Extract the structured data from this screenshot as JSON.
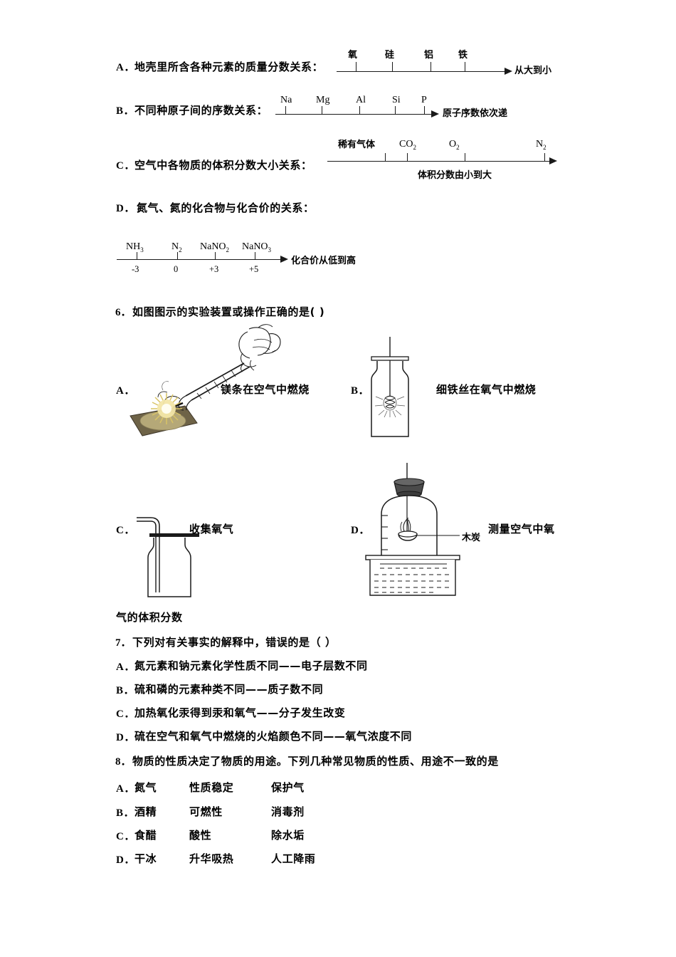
{
  "document": {
    "type": "chemistry-exam-paper",
    "language": "zh-CN"
  },
  "question5_options": {
    "A": {
      "letter": "A．",
      "text": "地壳里所含各种元素的质量分数关系：",
      "axis_labels": [
        "氧",
        "硅",
        "铝",
        "铁"
      ],
      "axis_caption": "从大到小"
    },
    "B": {
      "letter": "B．",
      "text": "不同种原子间的序数关系：",
      "axis_labels": [
        "Na",
        "Mg",
        "Al",
        "Si",
        "P"
      ],
      "axis_caption": "原子序数依次递"
    },
    "C": {
      "letter": "C．",
      "text": "空气中各物质的体积分数大小关系：",
      "axis_labels": [
        "稀有气体",
        "CO2",
        "O2",
        "N2"
      ],
      "axis_caption": "体积分数由小到大"
    },
    "D": {
      "letter": "D．",
      "text": "氮气、氮的化合物与化合价的关系：",
      "axis_labels": [
        "NH3",
        "N2",
        "NaNO2",
        "NaNO3"
      ],
      "axis_values": [
        "-3",
        "0",
        "+3",
        "+5"
      ],
      "axis_caption": "化合价从低到高"
    }
  },
  "question6": {
    "number": "6．",
    "stem": "如图图示的实验装置或操作正确的是(   )",
    "options": [
      {
        "letter": "A．",
        "caption": "镁条在空气中燃烧",
        "figure": "magnesium-burning-in-air"
      },
      {
        "letter": "B．",
        "caption": "细铁丝在氧气中燃烧",
        "figure": "iron-wire-burning-in-oxygen"
      },
      {
        "letter": "C．",
        "caption": "收集氧气",
        "figure": "collecting-oxygen-gas-jar"
      },
      {
        "letter": "D．",
        "caption": "测量空气中氧",
        "figure": "measuring-oxygen-content-in-air",
        "annotation": "木炭"
      }
    ],
    "continuation": "气的体积分数"
  },
  "question7": {
    "number": "7．",
    "stem": "下列对有关事实的解释中，错误的是（     ）",
    "options": [
      {
        "letter": "A．",
        "text": "氮元素和钠元素化学性质不同——电子层数不同"
      },
      {
        "letter": "B．",
        "text": "硫和磷的元素种类不同——质子数不同"
      },
      {
        "letter": "C．",
        "text": "加热氧化汞得到汞和氧气——分子发生改变"
      },
      {
        "letter": "D．",
        "text": "硫在空气和氧气中燃烧的火焰颜色不同——氧气浓度不同"
      }
    ]
  },
  "question8": {
    "number": "8．",
    "stem": "物质的性质决定了物质的用途。下列几种常见物质的性质、用途不一致的是",
    "options": [
      {
        "letter": "A．",
        "substance": "氮气",
        "property": "性质稳定",
        "use": "保护气"
      },
      {
        "letter": "B．",
        "substance": "酒精",
        "property": "可燃性",
        "use": "消毒剂"
      },
      {
        "letter": "C．",
        "substance": "食醋",
        "property": "酸性",
        "use": "除水垢"
      },
      {
        "letter": "D．",
        "substance": "干冰",
        "property": "升华吸热",
        "use": "人工降雨"
      }
    ]
  },
  "colors": {
    "ink": "#1a1a1a",
    "paper": "#ffffff",
    "flame": "#e8d48a",
    "sand": "#9a8e63",
    "stopper": "#4a4a4a"
  }
}
